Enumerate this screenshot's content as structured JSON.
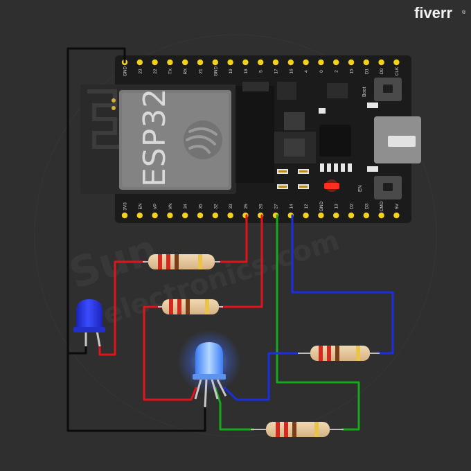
{
  "brand": {
    "name": "fiverr",
    "registered_mark": "®"
  },
  "board": {
    "chip_label": "ESP32",
    "boot_label": "Boot",
    "en_label": "EN",
    "top_pins": [
      "GND",
      "23",
      "22",
      "TX",
      "RX",
      "21",
      "GND",
      "19",
      "18",
      "5",
      "17",
      "16",
      "4",
      "0",
      "2",
      "15",
      "D1",
      "D0",
      "CLK"
    ],
    "bottom_pins": [
      "3V3",
      "EN",
      "VP",
      "VN",
      "34",
      "35",
      "32",
      "33",
      "25",
      "26",
      "27",
      "14",
      "12",
      "GND",
      "13",
      "D2",
      "D3",
      "CMD",
      "5V"
    ]
  },
  "watermark": {
    "line1": "Sun",
    "line2": "electronics.com"
  },
  "colors": {
    "background": "#2f2f2f",
    "board": "#1b1b1b",
    "pin_pad": "#f2d21b",
    "wire_red": "#e0141a",
    "wire_green": "#18a81d",
    "wire_blue": "#1b2ee0",
    "wire_black": "#0b0b0b",
    "led_blue": "#2d3be6",
    "led_rgb": "#6fa4ff",
    "indicator_red": "#ff2a1a"
  },
  "components": {
    "resistors": [
      "resistor-1",
      "resistor-2",
      "resistor-3",
      "resistor-4"
    ],
    "leds": [
      "blue-led",
      "rgb-led"
    ]
  }
}
